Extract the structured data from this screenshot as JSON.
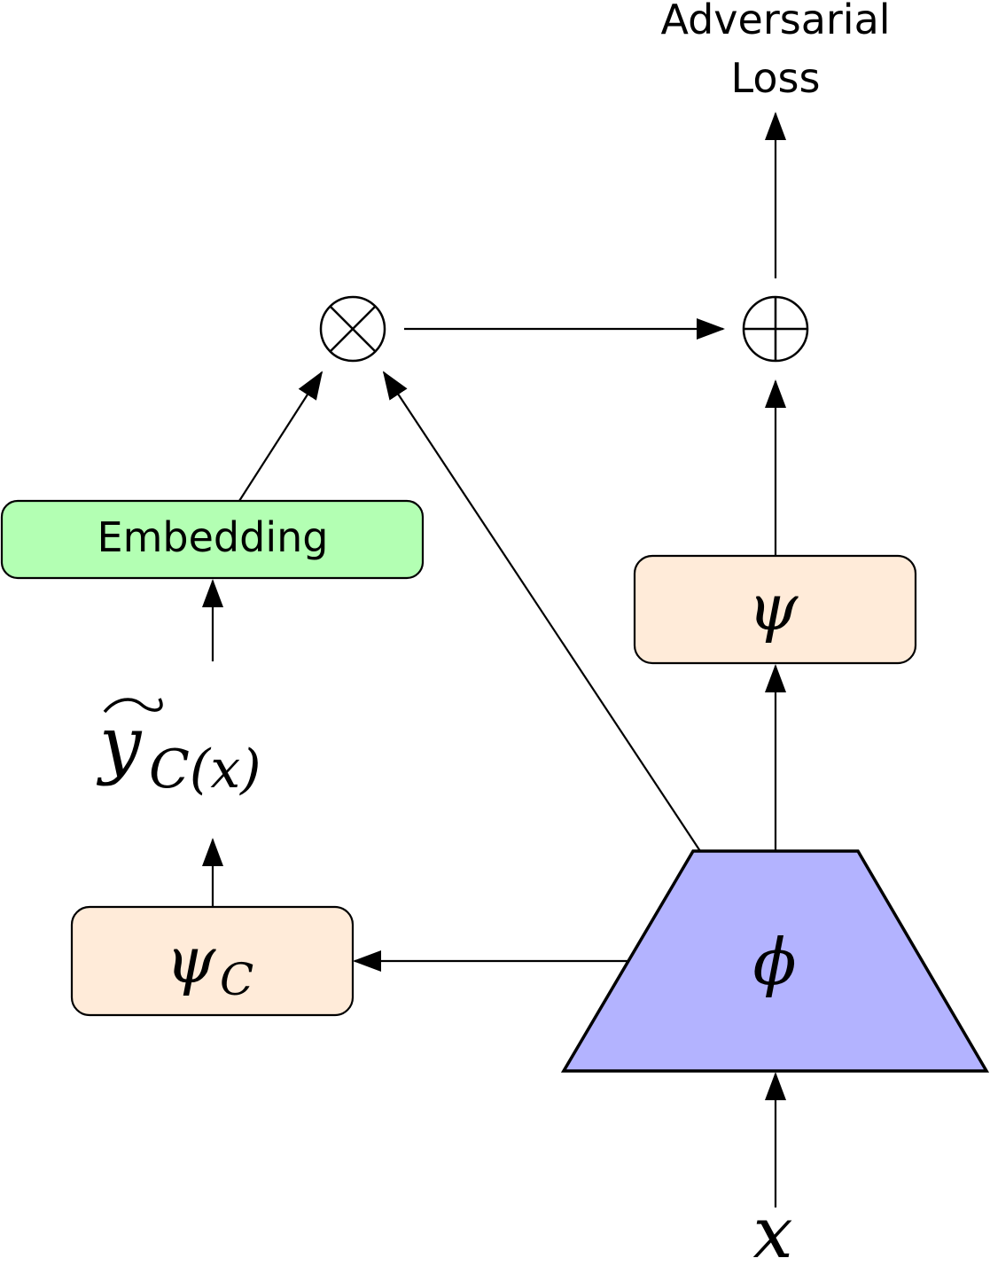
{
  "diagram": {
    "output_label_line1": "Adversarial",
    "output_label_line2": "Loss",
    "embedding_label": "Embedding",
    "psi_label": "ψ",
    "psi_c_label": "ψ",
    "psi_c_subscript": "C",
    "phi_label": "ϕ",
    "y_tilde_label": "y",
    "y_tilde_subscript": "C(x)",
    "input_label": "x",
    "multiply_node": "⊗",
    "add_node": "⊕"
  },
  "colors": {
    "embedding_fill": "#b3ffb3",
    "psi_fill": "#ffebd9",
    "phi_fill": "#b3b3ff",
    "stroke": "#000000"
  }
}
